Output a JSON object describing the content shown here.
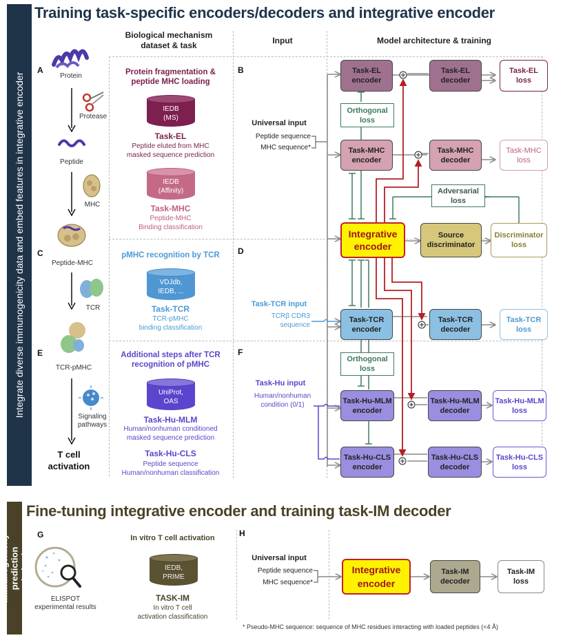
{
  "top": {
    "sidebar_label": "Integrate diverse immunogenicity data and embed features in integrative encoder",
    "title": "Training task-specific encoders/decoders and integrative encoder",
    "column_headers": {
      "mechanism": "Biological mechanism\ndataset & task",
      "input": "Input",
      "model": "Model architecture & training"
    }
  },
  "bio_pathway": {
    "panels": [
      "A",
      "C",
      "E"
    ],
    "nodes": [
      "Protein",
      "Peptide",
      "MHC",
      "Peptide-MHC",
      "TCR",
      "TCR-pMHC"
    ],
    "steps": [
      "Protease",
      "Signaling\npathways"
    ],
    "final": "T cell\nactivation"
  },
  "sections": {
    "ab": {
      "title": "Protein fragmentation &\npeptide MHC loading",
      "title_color": "#7a1f4b",
      "datasets": [
        {
          "db": "IEDB\n(MS)",
          "color": "#7d1f4f",
          "task": "Task-EL",
          "desc": "Peptide eluted from MHC\nmasked sequence prediction",
          "task_color": "#7a1f4b"
        },
        {
          "db": "IEDB\n(Affinity)",
          "color": "#c46a86",
          "task": "Task-MHC",
          "desc": "Peptide-MHC\nBinding classification",
          "task_color": "#c0607e"
        }
      ]
    },
    "cd": {
      "title": "pMHC recognition by TCR",
      "title_color": "#4a9bd6",
      "datasets": [
        {
          "db": "VDJdb,\nIEDB, ...",
          "color": "#4f97d3",
          "task": "Task-TCR",
          "desc": "TCR-pMHC\nbinding classification",
          "task_color": "#4a9bd6"
        }
      ]
    },
    "ef": {
      "title": "Additional steps after TCR\nrecognition of pMHC",
      "title_color": "#5b45c9",
      "datasets": [
        {
          "db": "UniProt,\nOAS",
          "color": "#5a45cc",
          "task": "Task-Hu-MLM",
          "desc": "Human/nonhuman conditioned\nmasked sequence prediction",
          "task_color": "#5b45c9"
        }
      ],
      "extra_task": {
        "task": "Task-Hu-CLS",
        "desc": "Peptide sequence\nHuman/nonhuman classification"
      }
    }
  },
  "inputs": {
    "panels": [
      "B",
      "D",
      "F"
    ],
    "universal": {
      "title": "Universal input",
      "lines": [
        "Peptide sequence",
        "MHC sequence*"
      ]
    },
    "tcr": {
      "title": "Task-TCR input",
      "lines": [
        "TCRβ CDR3",
        "sequence"
      ]
    },
    "hu": {
      "title": "Task-Hu input",
      "lines": [
        "Human/nonhuman",
        "condition (0/1)"
      ]
    }
  },
  "model": {
    "encoders": [
      {
        "label": "Task-EL\nencoder",
        "color": "#a0718e"
      },
      {
        "label": "Task-MHC\nencoder",
        "color": "#d4a2b1"
      },
      {
        "label": "Task-TCR\nencoder",
        "color": "#8cc0e3"
      },
      {
        "label": "Task-Hu-MLM\nencoder",
        "color": "#9a8ee0"
      },
      {
        "label": "Task-Hu-CLS\nencoder",
        "color": "#9a8ee0"
      }
    ],
    "decoders": [
      {
        "label": "Task-EL\ndecoder",
        "color": "#a0718e"
      },
      {
        "label": "Task-MHC\ndecoder",
        "color": "#d4a2b1"
      },
      {
        "label": "Task-TCR\ndecoder",
        "color": "#8cc0e3"
      },
      {
        "label": "Task-Hu-MLM\ndecoder",
        "color": "#9a8ee0"
      },
      {
        "label": "Task-Hu-CLS\ndecoder",
        "color": "#9a8ee0"
      }
    ],
    "losses": [
      {
        "label": "Task-EL\nloss",
        "color": "#7a1f4b"
      },
      {
        "label": "Task-MHC\nloss",
        "color": "#c0607e"
      },
      {
        "label": "Task-TCR\nloss",
        "color": "#4a9bd6"
      },
      {
        "label": "Task-Hu-MLM\nloss",
        "color": "#5b45c9"
      },
      {
        "label": "Task-Hu-CLS\nloss",
        "color": "#5b45c9"
      }
    ],
    "orthogonal_loss": "Orthogonal\nloss",
    "adversarial_loss": "Adversarial\nloss",
    "integrative_encoder": "Integrative\nencoder",
    "source_discriminator": "Source\ndiscriminator",
    "discriminator_loss": "Discriminator\nloss",
    "colors": {
      "integrative_fill": "#fff200",
      "integrative_text": "#a0131a",
      "integrative_border": "#c0202a",
      "source_fill": "#d6c77a",
      "disc_loss_text": "#8c7d2d",
      "green": "#3d7a5c",
      "red": "#b51f24",
      "gray": "#888888"
    }
  },
  "bottom": {
    "sidebar_label": "Immunogenicity\nprediction optimization",
    "title": "Fine-tuning integrative encoder and training task-IM decoder",
    "panel_g": "G",
    "panel_h": "H",
    "elispot_label": "ELISPOT\nexperimental results",
    "section_title": "In vitro T cell activation",
    "dataset": {
      "db": "IEDB,\nPRIME",
      "color": "#5a5233",
      "task": "TASK-IM",
      "desc": "In vitro T cell\nactivation classification"
    },
    "universal": {
      "title": "Universal input",
      "lines": [
        "Peptide sequence",
        "MHC sequence*"
      ]
    },
    "integrative_encoder": "Integrative\nencoder",
    "decoder": "Task-IM\ndecoder",
    "loss": "Task-IM\nloss",
    "footnote": "* Pseudo-MHC sequence: sequence of MHC residues interacting with loaded peptides (<4 Å)"
  }
}
